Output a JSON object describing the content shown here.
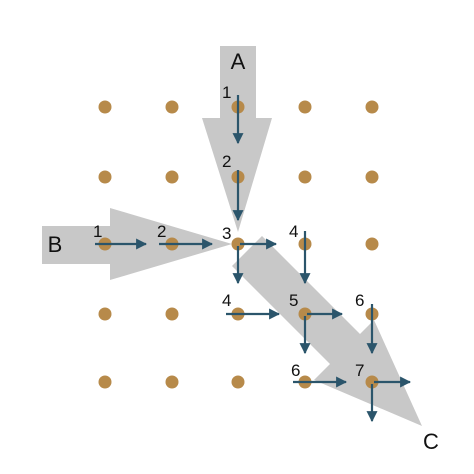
{
  "colors": {
    "background": "#ffffff",
    "flow": "#c8c8c8",
    "dot": "#b78a4a",
    "arrow": "#2b556b",
    "text": "#111111"
  },
  "flows": {
    "a": {
      "label": "A"
    },
    "b": {
      "label": "B"
    },
    "c": {
      "label": "C"
    }
  },
  "steps": {
    "a1": "1",
    "a2": "2",
    "b1": "1",
    "b2": "2",
    "n3": "3",
    "r4": "4",
    "d4": "4",
    "n5": "5",
    "n6r": "6",
    "n6d": "6",
    "n7": "7"
  }
}
